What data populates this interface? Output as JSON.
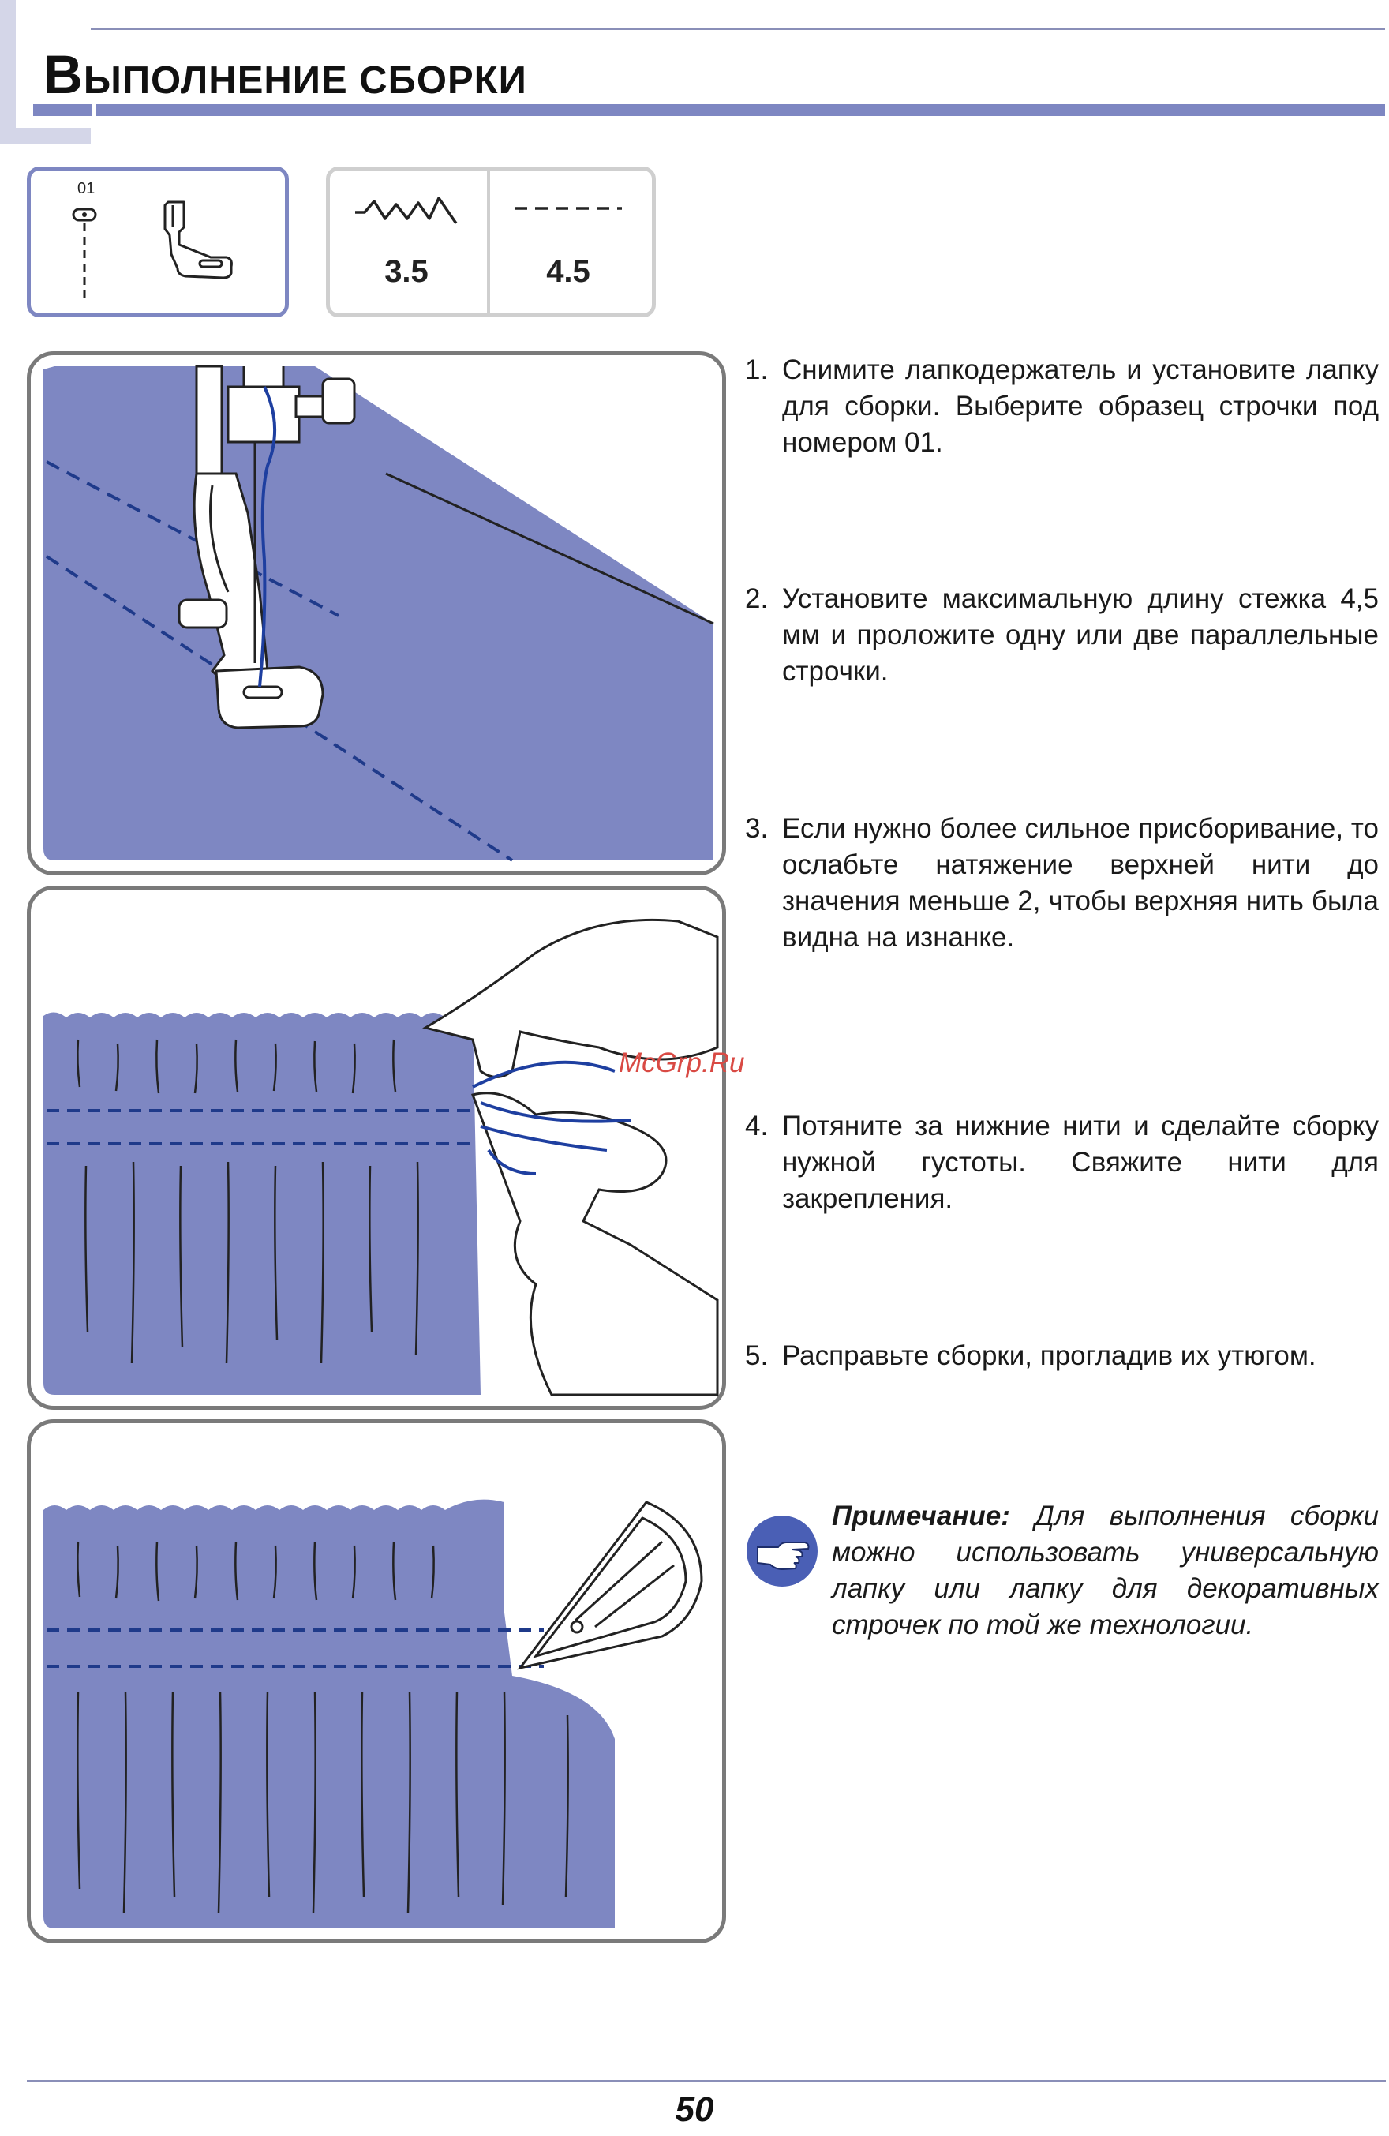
{
  "header": {
    "title_cap": "В",
    "title_rest": "ЫПОЛНЕНИЕ СБОРКИ"
  },
  "pattern": {
    "number": "01"
  },
  "stitch": {
    "width": "3.5",
    "length": "4.5"
  },
  "steps": [
    {
      "num": "1.",
      "text": "Снимите лапкодержатель и установите лапку для сборки. Выберите образец строчки под номером 01."
    },
    {
      "num": "2.",
      "text": "Установите максимальную длину стежка 4,5 мм и проложите одну или две параллельные строчки."
    },
    {
      "num": "3.",
      "text": "Если нужно более сильное присборивание, то ослабьте натяжение верхней нити до значения меньше 2, чтобы верхняя нить была видна на изнанке."
    },
    {
      "num": "4.",
      "text": "Потяните за нижние нити и сделайте сборку нужной густоты. Свяжите нити для закрепления."
    },
    {
      "num": "5.",
      "text": "Расправьте сборки, прогладив их утюгом."
    }
  ],
  "note": {
    "label": "Примечание:",
    "text": "Для выполнения сборки можно использовать универсальную лапку или лапку для декоративных строчек  по той же технологии."
  },
  "watermark": "McGrp.Ru",
  "page_number": "50",
  "colors": {
    "fabric": "#7e87c2",
    "stitch_line": "#1f3a8a",
    "thread": "#1e3fa0",
    "accent": "#7e87c2",
    "note_icon": "#4a5fb5"
  },
  "icons": [
    "hand-pointer-icon",
    "zigzag-stitch-icon",
    "straight-stitch-icon",
    "presser-foot-icon"
  ]
}
